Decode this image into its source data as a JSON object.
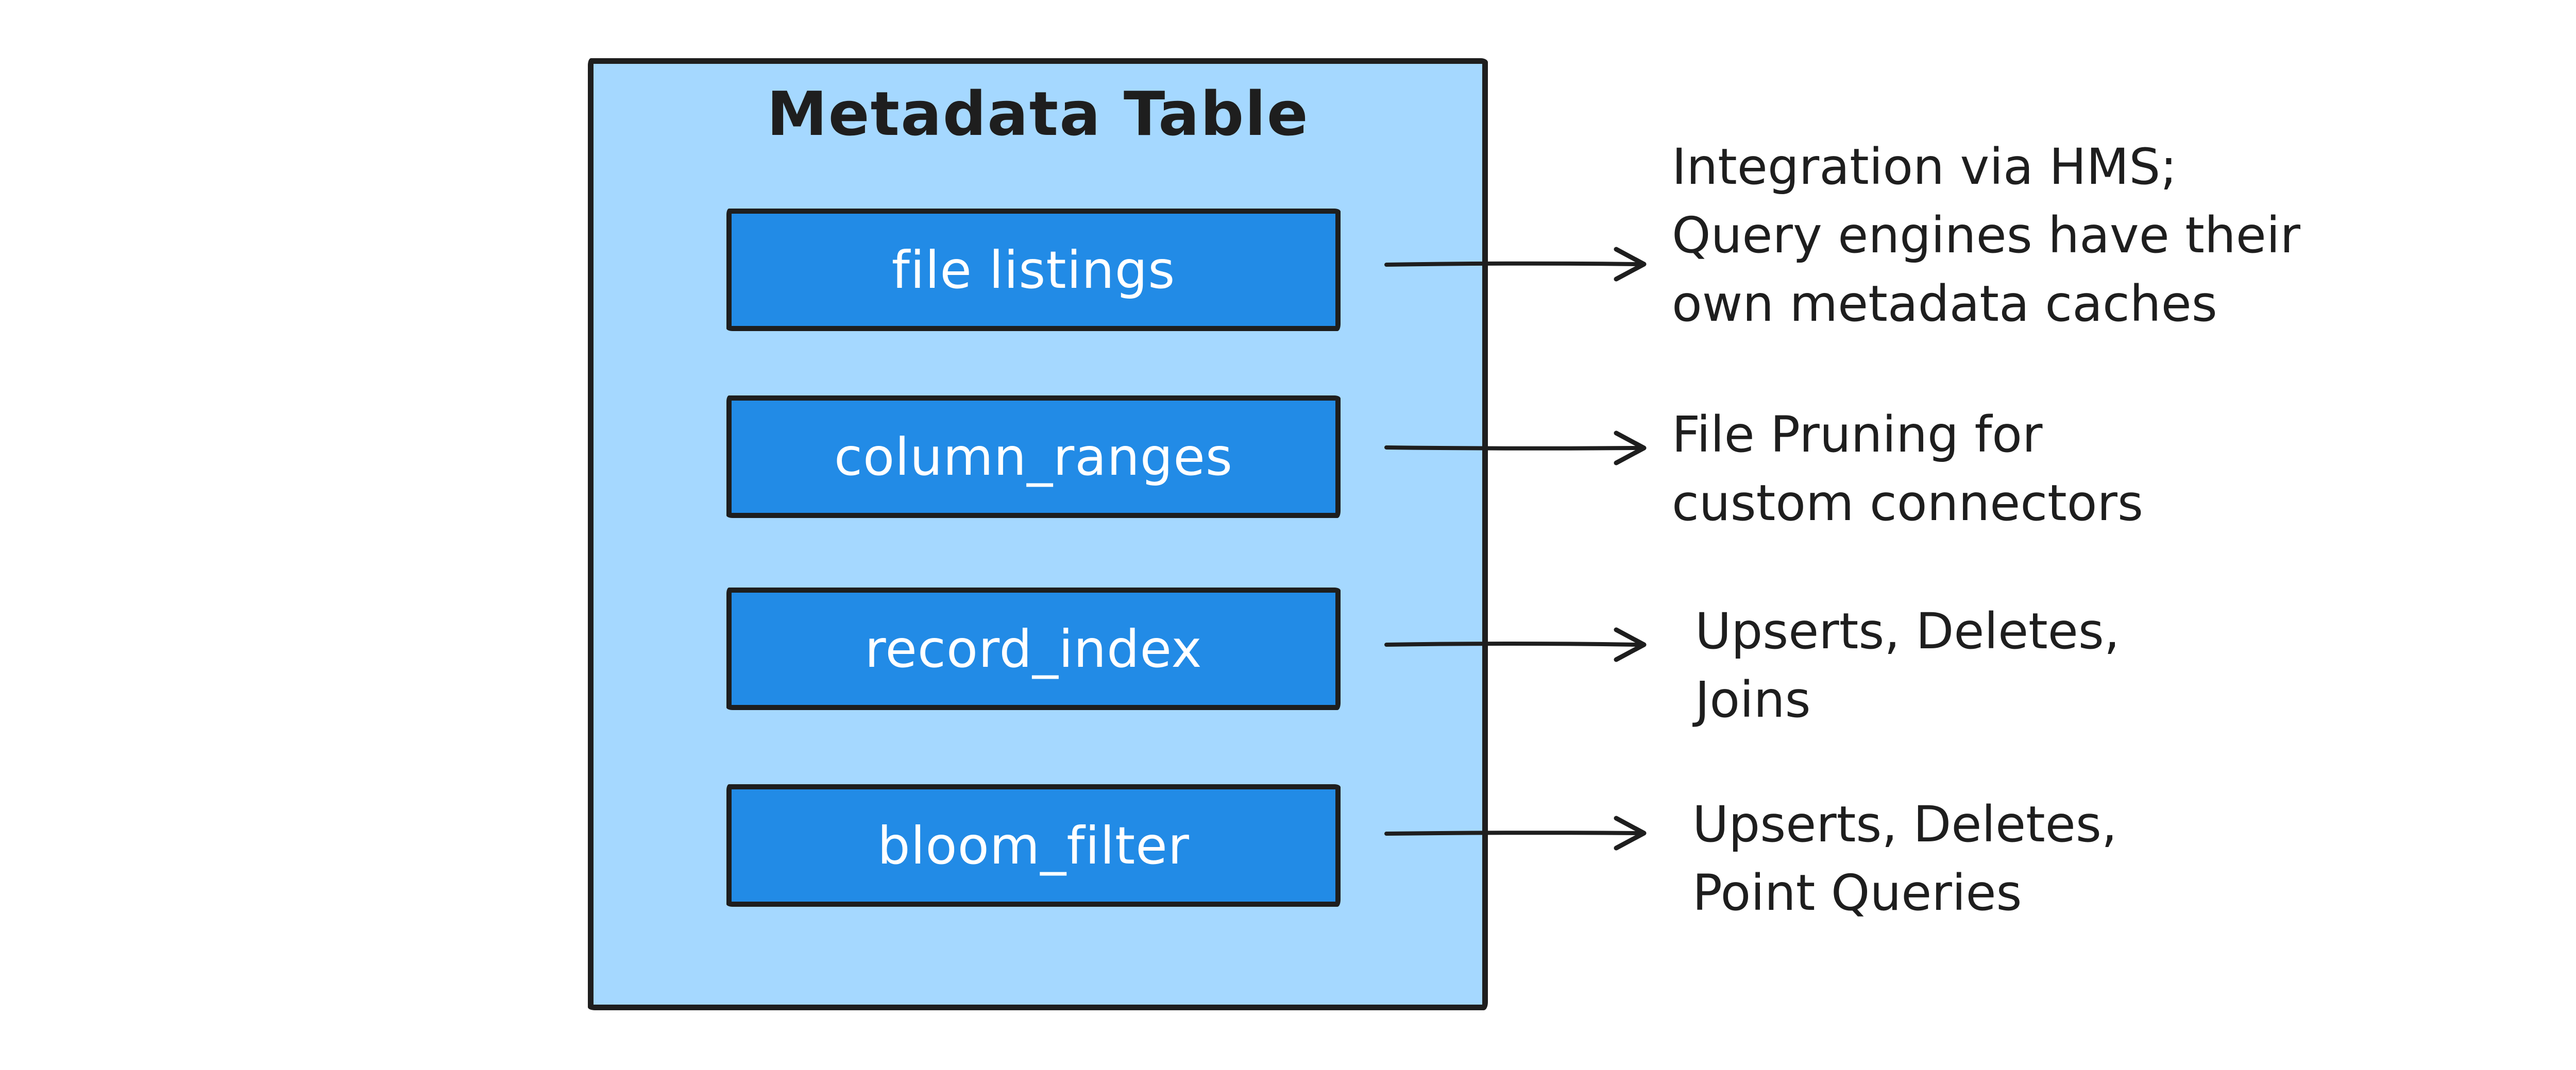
{
  "diagram": {
    "title": "Metadata Table",
    "colors": {
      "container_fill": "#a5d8ff",
      "box_fill": "#228be6",
      "stroke": "#1e1e1e",
      "box_text_color": "#ffffff",
      "background": "#ffffff"
    },
    "rows": [
      {
        "label": "file listings",
        "note_lines": [
          "Integration via HMS;",
          "Query engines have their",
          "own metadata caches"
        ]
      },
      {
        "label": "column_ranges",
        "note_lines": [
          "File Pruning for",
          "custom connectors"
        ]
      },
      {
        "label": "record_index",
        "note_lines": [
          "Upserts, Deletes,",
          "Joins"
        ]
      },
      {
        "label": "bloom_filter",
        "note_lines": [
          "Upserts, Deletes,",
          "Point Queries"
        ]
      }
    ]
  }
}
